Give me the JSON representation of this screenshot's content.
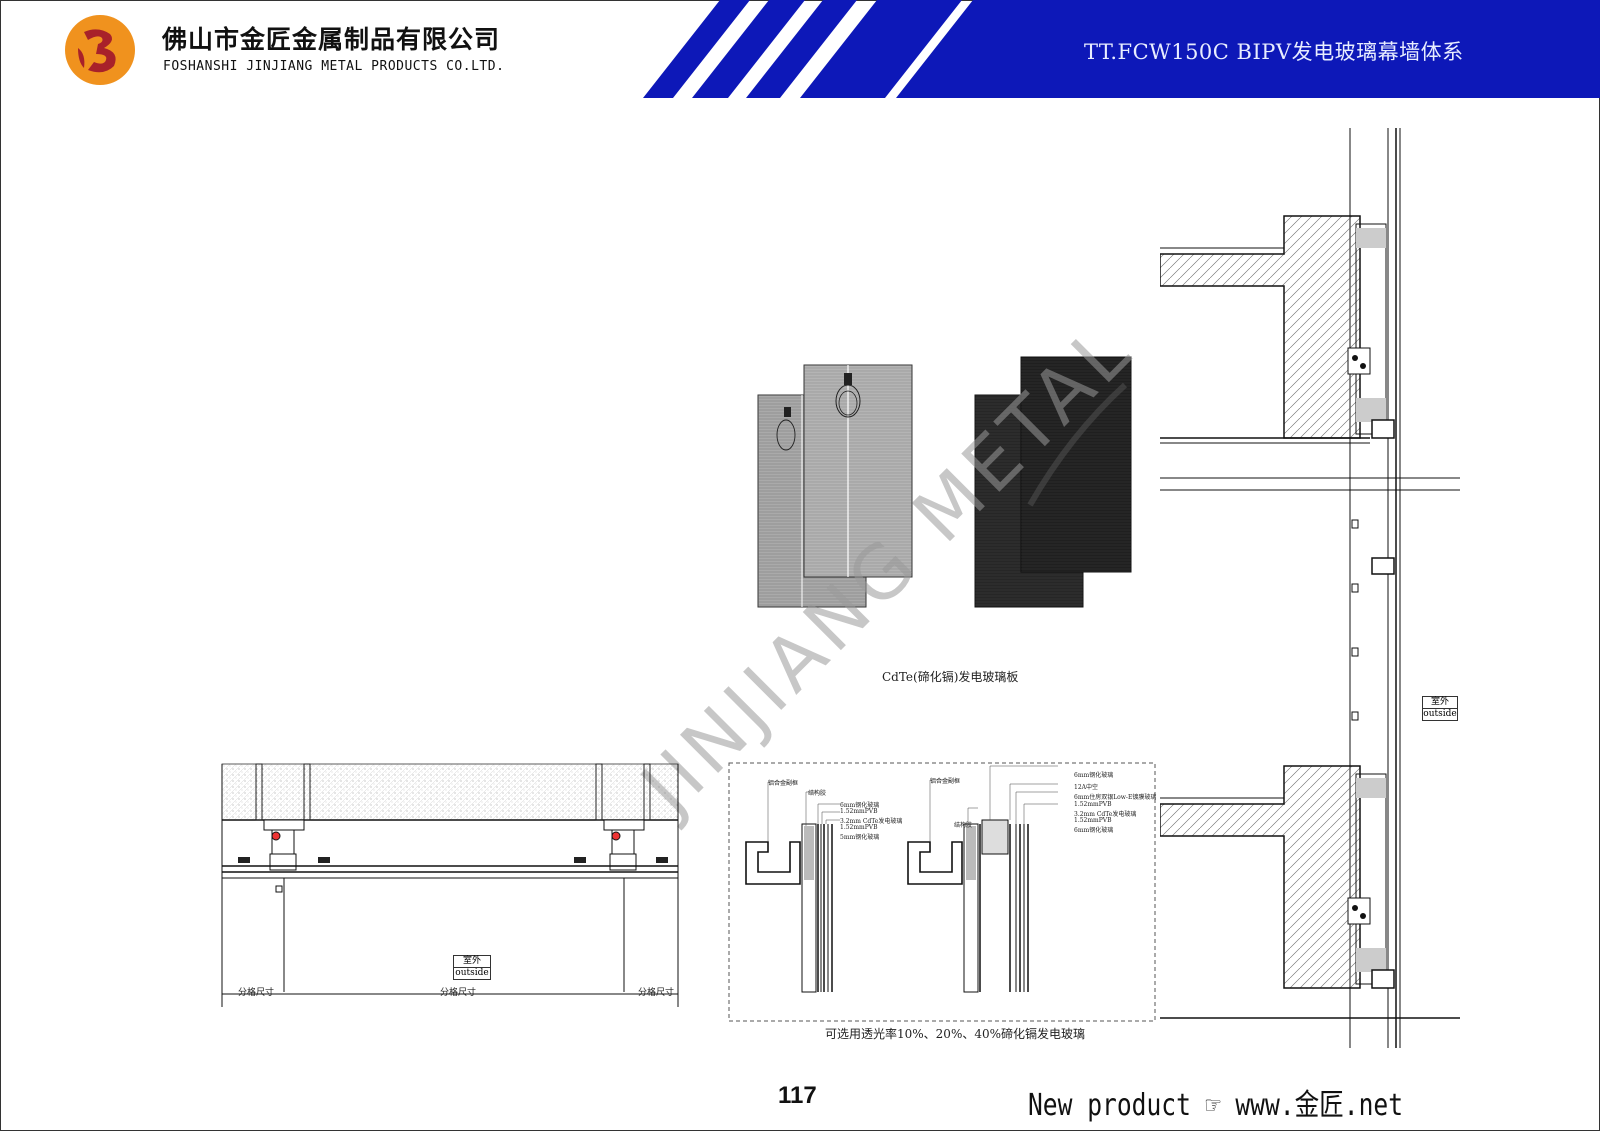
{
  "header": {
    "company_cn": "佛山市金匠金属制品有限公司",
    "company_en": "FOSHANSHI JINJIANG METAL PRODUCTS CO.LTD.",
    "series_title": "TT.FCW150C BIPV发电玻璃幕墙体系"
  },
  "watermark": "JINJIANG METAL",
  "panel_caption": "CdTe(碲化镉)发电玻璃板",
  "section_caption": "可选用透光率10%、20%、40%碲化镉发电玻璃",
  "plan": {
    "outside_cn": "室外",
    "outside_en": "outside",
    "dim_labels": [
      "分格尺寸",
      "分格尺寸",
      "分格尺寸"
    ]
  },
  "elevation": {
    "outside_cn": "室外",
    "outside_en": "outside"
  },
  "section_a_labels": [
    "铝合金副框",
    "结构胶",
    "6mm钢化玻璃",
    "1.52mmPVB",
    "3.2mm CdTe发电玻璃",
    "1.52mmPVB",
    "5mm钢化玻璃"
  ],
  "section_b_labels": [
    "铝合金副框",
    "结构胶",
    "6mm钢化玻璃",
    "12A中空",
    "6mm住房双银Low-E镀膜玻璃",
    "1.52mmPVB",
    "3.2mm CdTe发电玻璃",
    "1.52mmPVB",
    "6mm钢化玻璃"
  ],
  "footer": {
    "page_number": "117",
    "tagline": "New product ☞ www.金匠.net"
  },
  "colors": {
    "banner_blue": "#0d18b8",
    "logo_orange": "#f0921e",
    "logo_red": "#a8212a"
  }
}
